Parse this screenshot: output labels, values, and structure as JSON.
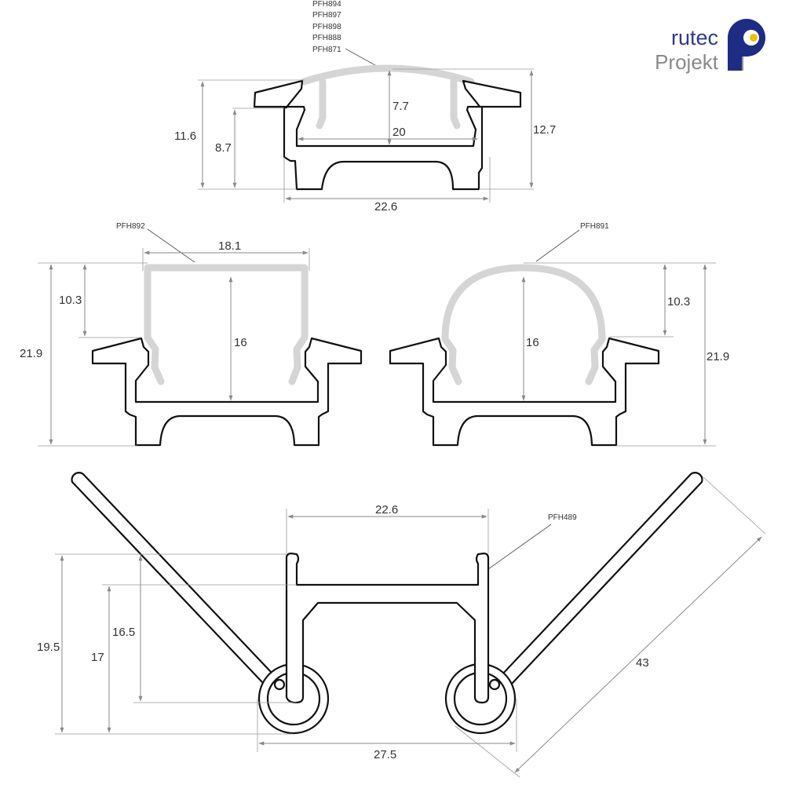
{
  "logo": {
    "line1": "rutec",
    "line2": "Projekt",
    "colors": {
      "primary": "#1f2c85",
      "secondary": "#8a8a8a",
      "accent": "#f2c200"
    }
  },
  "top_profile": {
    "codes": [
      "PFH894",
      "PFH897",
      "PFH898",
      "PFH888",
      "PFH871"
    ],
    "dims": {
      "total_height": "11.6",
      "inner_height": "8.7",
      "outer_height": "12.7",
      "cover_height": "7.7",
      "inner_width": "20",
      "width": "22.6"
    }
  },
  "left_profile": {
    "code": "PFH892",
    "dims": {
      "cover_width": "18.1",
      "cover_height": "10.3",
      "total_height": "21.9",
      "inner_height": "16"
    }
  },
  "right_profile": {
    "code": "PFH891",
    "dims": {
      "cover_height": "10.3",
      "total_height": "21.9",
      "inner_height": "16"
    }
  },
  "bottom_profile": {
    "code": "PFH489",
    "dims": {
      "top_width": "22.6",
      "total_height": "19.5",
      "inner_height": "17",
      "wall_height": "16.5",
      "base_width": "27.5",
      "wing_length": "43"
    }
  }
}
